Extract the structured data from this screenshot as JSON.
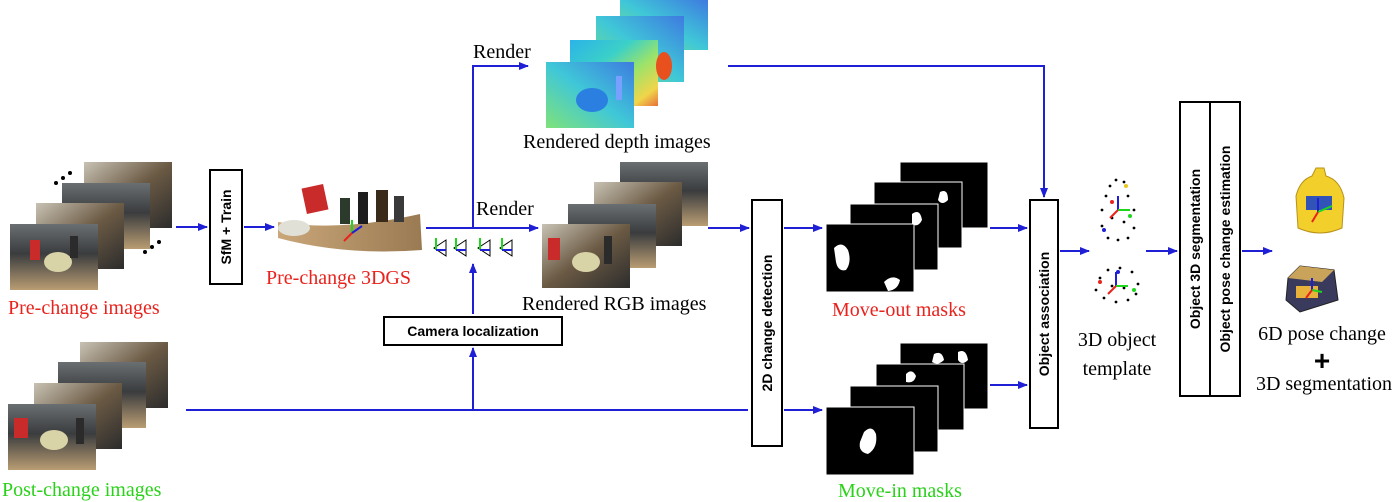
{
  "labels": {
    "pre_change_images": "Pre-change images",
    "post_change_images": "Post-change images",
    "pre_change_3dgs": "Pre-change 3DGS",
    "rendered_depth_images": "Rendered depth images",
    "rendered_rgb_images": "Rendered RGB images",
    "move_out_masks": "Move-out masks",
    "move_in_masks": "Move-in masks",
    "render_top": "Render",
    "render_mid": "Render",
    "template_line1": "3D object",
    "template_line2": "template",
    "output_line1": "6D pose change",
    "output_plus": "+",
    "output_line2": "3D segmentation"
  },
  "boxes": {
    "sfm_train": "SfM + Train",
    "camera_localization": "Camera localization",
    "change_detection_2d": "2D change detection",
    "object_association": "Object association",
    "object_3d_segmentation": "Object 3D segmentation",
    "object_pose_change_estimation": "Object pose change estimation"
  },
  "colors": {
    "arrow": "#1f1fd6",
    "red_text": "#e8231d",
    "green_text": "#2ad11a",
    "box_border": "#000000"
  }
}
